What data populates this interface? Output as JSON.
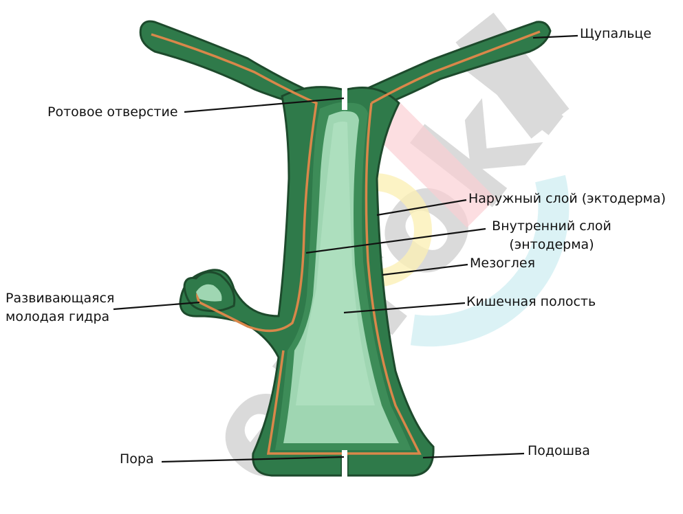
{
  "labels": {
    "tentacle": "Щупальце",
    "mouth": "Ротовое отверстие",
    "ectoderm": "Наружный слой (эктодерма)",
    "endoderm_line1": "Внутренний слой",
    "endoderm_line2": "(энтодерма)",
    "mesoglea": "Мезоглея",
    "gut": "Кишечная полость",
    "bud_line1": "Развивающаяся",
    "bud_line2": "молодая гидра",
    "pore": "Пора",
    "sole": "Подошва"
  },
  "colors": {
    "ectoderm_outer": "#2f7a4a",
    "ectoderm_dark": "#1d4a2c",
    "mesoglea": "#d9874a",
    "endoderm": "#3d8c58",
    "cavity": "#9fd6b2",
    "cavity_light": "#b8e4c6",
    "leader": "#111111"
  },
  "watermark": {
    "text": "eurokl"
  }
}
